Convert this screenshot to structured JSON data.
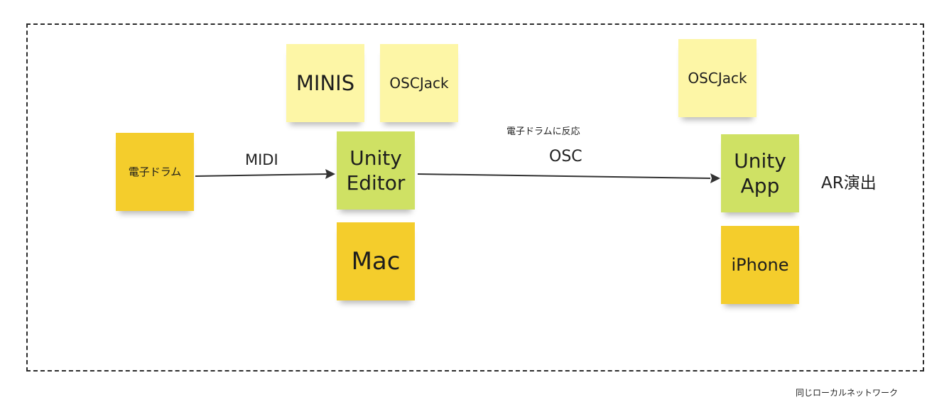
{
  "diagram": {
    "boundary_label": "同じローカルネットワーク",
    "notes": {
      "drum": "電子ドラム",
      "minis": "MINIS",
      "oscjack_editor": "OSCJack",
      "unity_editor_line1": "Unity",
      "unity_editor_line2": "Editor",
      "mac": "Mac",
      "oscjack_app": "OSCJack",
      "unity_app_line1": "Unity",
      "unity_app_line2": "App",
      "iphone": "iPhone"
    },
    "edges": {
      "midi": "MIDI",
      "osc": "OSC",
      "osc_caption": "電子ドラムに反応"
    },
    "ar_label": "AR演出"
  },
  "colors": {
    "pale_yellow": "#fdf6a6",
    "gold_yellow": "#f4cd2c",
    "lime_green": "#cfe164",
    "line": "#333333"
  }
}
